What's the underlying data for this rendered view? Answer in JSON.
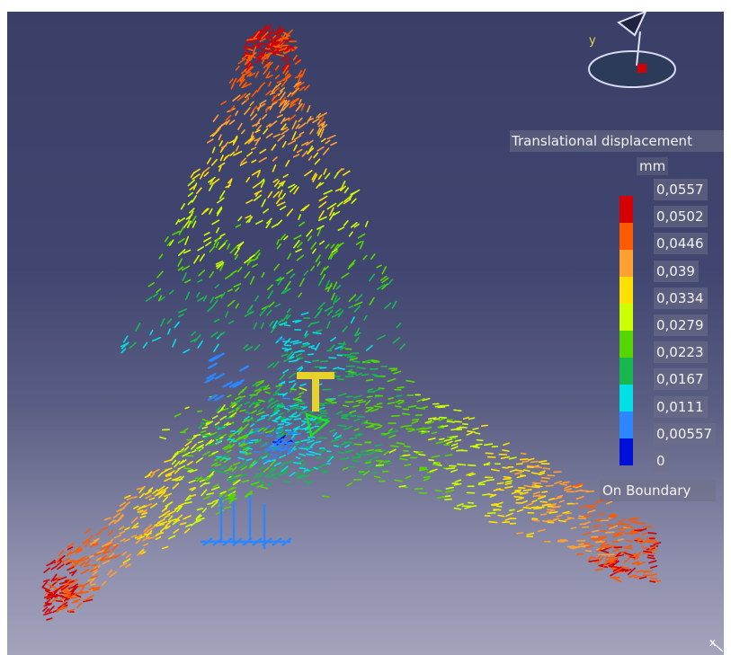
{
  "legend": {
    "title": "Translational displacement",
    "unit": "mm",
    "ticks": [
      "0,0557",
      "0,0502",
      "0,0446",
      "0,039",
      "0,0334",
      "0,0279",
      "0,0223",
      "0,0167",
      "0,0111",
      "0,00557",
      "0"
    ],
    "colors": [
      "#d60000",
      "#ff5a00",
      "#ffa030",
      "#ffe000",
      "#ccff00",
      "#55d600",
      "#18b850",
      "#00e0e6",
      "#2b86ff",
      "#0010d8"
    ],
    "footer": "On Boundary"
  },
  "compass": {
    "y_label": "y"
  },
  "axes": {
    "x_label": "x"
  },
  "scene": {
    "object": "vector-field",
    "palette": [
      "#0010d8",
      "#2b86ff",
      "#00e0e6",
      "#18b850",
      "#55d600",
      "#ccff00",
      "#ffe000",
      "#ffa030",
      "#ff5a00",
      "#d60000"
    ]
  }
}
